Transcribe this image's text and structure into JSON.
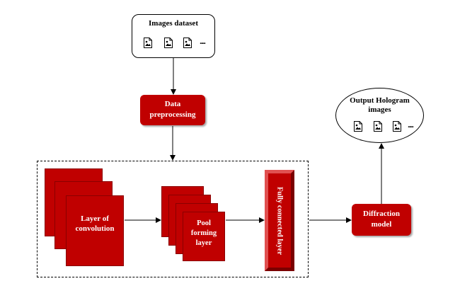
{
  "nodes": {
    "images_dataset": {
      "label": "Images dataset",
      "ellipsis": "....."
    },
    "data_preprocessing": {
      "label_line1": "Data",
      "label_line2": "preprocessing"
    },
    "conv_layer": {
      "label_line1": "Layer of",
      "label_line2": "convolution"
    },
    "pool_layer": {
      "label_line1": "Pool",
      "label_line2": "forming",
      "label_line3": "layer"
    },
    "fc_layer": {
      "label": "Fully connected layer"
    },
    "diffraction_model": {
      "label_line1": "Diffraction",
      "label_line2": "model"
    },
    "output_hologram": {
      "label_line1": "Output Hologram",
      "label_line2": "images",
      "ellipsis": "....."
    }
  },
  "colors": {
    "accent_red": "#c00000",
    "dark_red": "#8a0000",
    "line": "#000000"
  },
  "icons": {
    "image_file": "image-file-icon",
    "arrow": "arrow-icon"
  }
}
